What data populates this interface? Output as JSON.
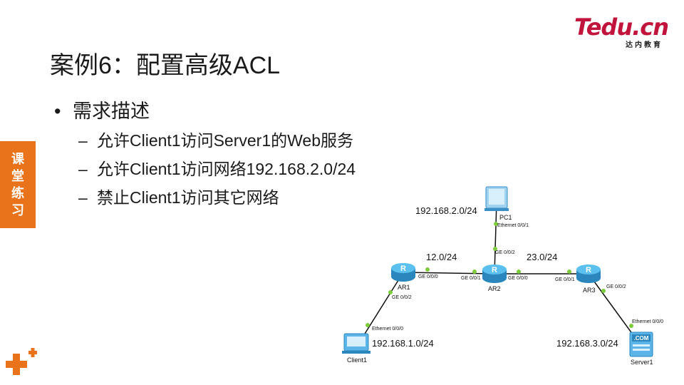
{
  "logo": {
    "brand": "Tedu.cn",
    "tagline": "达内教育"
  },
  "title": "案例6：配置高级ACL",
  "bullet": "需求描述",
  "sub_items": [
    "允许Client1访问Server1的Web服务",
    "允许Client1访问网络192.168.2.0/24",
    "禁止Client1访问其它网络"
  ],
  "side_tab": "课堂练习",
  "topology": {
    "devices": {
      "ar1": "AR1",
      "ar2": "AR2",
      "ar3": "AR3",
      "pc1": "PC1",
      "client1": "Client1",
      "server1": "Server1"
    },
    "networks": {
      "net_pc1": "192.168.2.0/24",
      "net_12": "12.0/24",
      "net_23": "23.0/24",
      "net_client": "192.168.1.0/24",
      "net_server": "192.168.3.0/24"
    },
    "ports": {
      "pc1_eth": "Ethernet 0/0/1",
      "ar2_ge002": "GE 0/0/2",
      "ar1_ge000": "GE 0/0/0",
      "ar2_ge001": "GE 0/0/1",
      "ar2_ge000": "GE 0/0/0",
      "ar3_ge001": "GE 0/0/1",
      "ar1_ge002": "GE 0/0/2",
      "ar3_ge002": "GE 0/0/2",
      "client_eth": "Ethernet 0/0/0",
      "server_eth": "Ethernet 0/0/0"
    }
  },
  "colors": {
    "accent": "#e8731a",
    "brand": "#c0143c",
    "router": "#3aa3d9",
    "port_dot": "#7dcc3c"
  }
}
